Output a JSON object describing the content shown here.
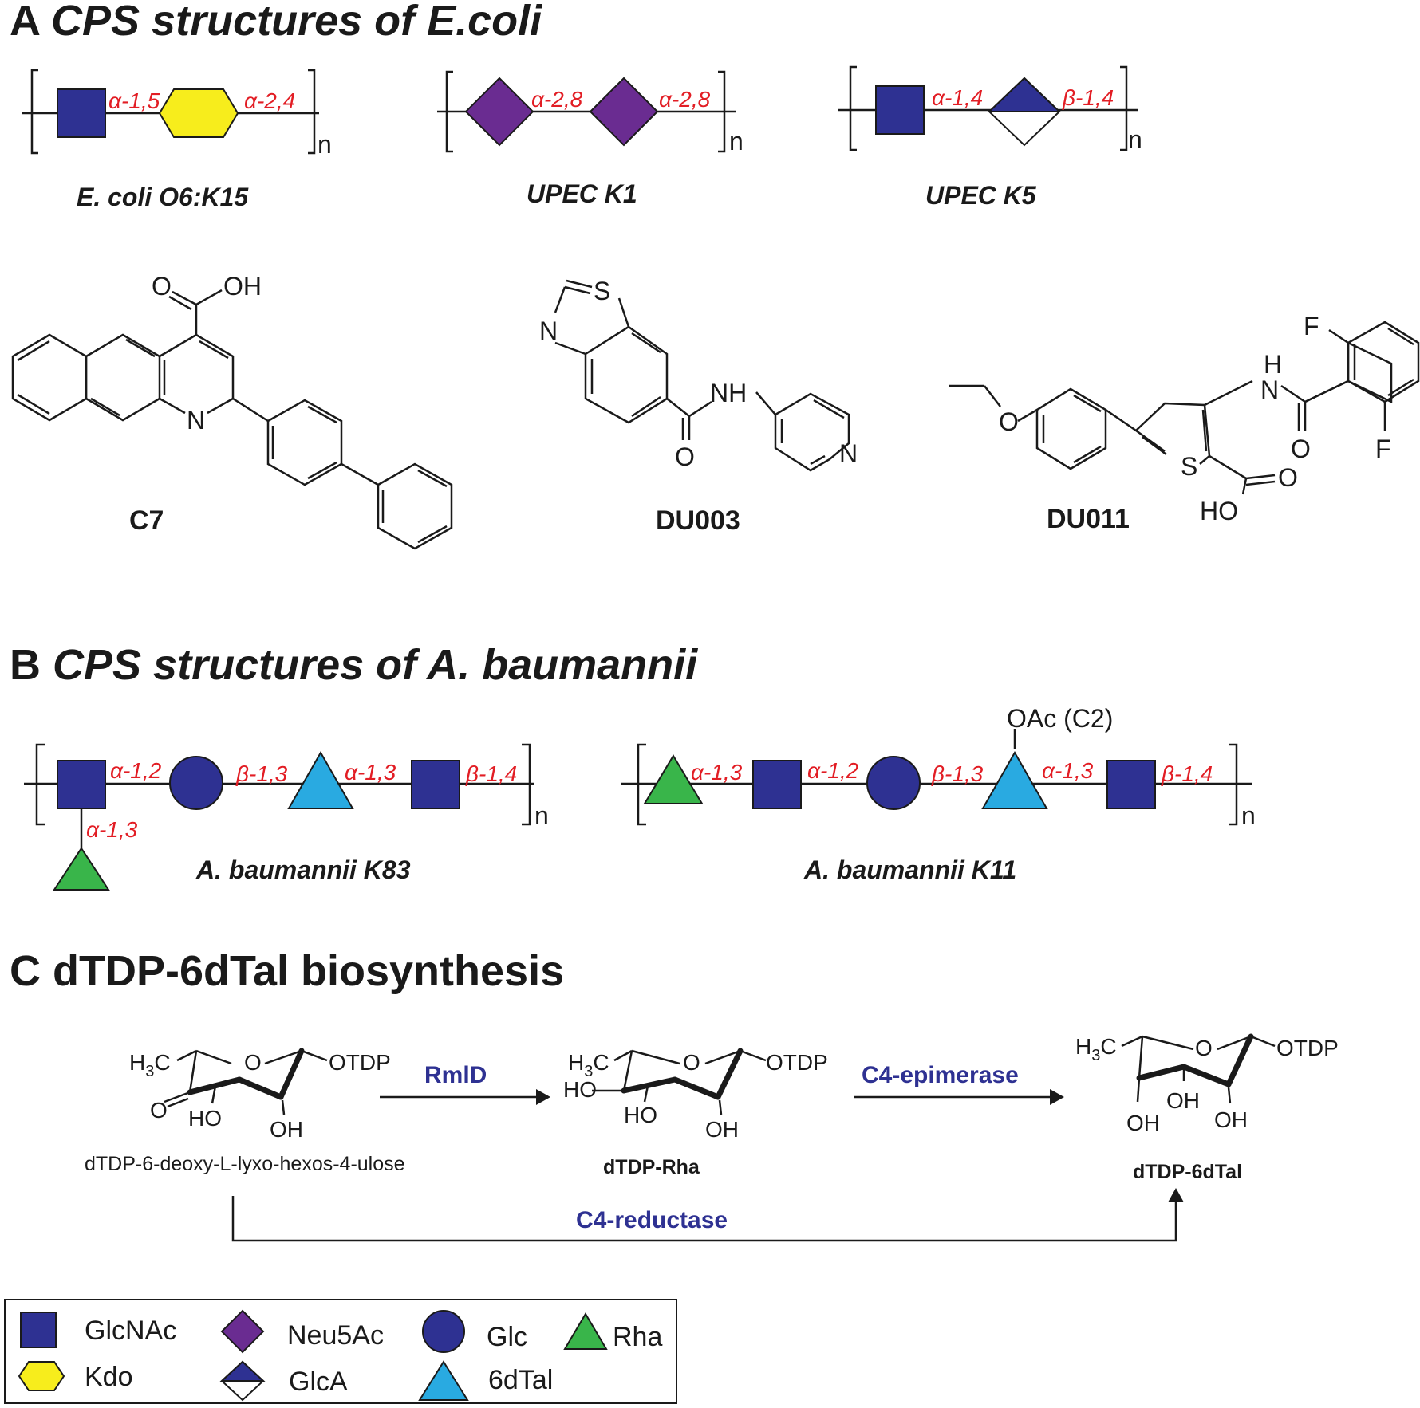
{
  "colors": {
    "glcnac": "#2e3192",
    "kdo": "#f7ed1c",
    "neu5ac": "#6a2c91",
    "glc": "#2e3192",
    "rha": "#39b54a",
    "sixdtal": "#29aae1",
    "linkage": "#e21d24",
    "enzyme": "#2e3192",
    "ink": "#1a1a1a"
  },
  "panel_a": {
    "letter": "A",
    "title": "CPS structures of E.coli",
    "structures": [
      {
        "caption": "E. coli O6:K15",
        "links": [
          "α-1,5",
          "α-2,4"
        ],
        "repeat": "n"
      },
      {
        "caption": "UPEC K1",
        "links": [
          "α-2,8",
          "α-2,8"
        ],
        "repeat": "n"
      },
      {
        "caption": "UPEC K5",
        "links": [
          "α-1,4",
          "β-1,4"
        ],
        "repeat": "n"
      }
    ],
    "compounds": [
      {
        "name": "C7",
        "atoms": [
          "O",
          "OH",
          "N"
        ]
      },
      {
        "name": "DU003",
        "atoms": [
          "S",
          "N",
          "NH",
          "O",
          "N"
        ]
      },
      {
        "name": "DU011",
        "atoms": [
          "O",
          "S",
          "H",
          "N",
          "O",
          "O",
          "HO",
          "F",
          "F"
        ]
      }
    ]
  },
  "panel_b": {
    "letter": "B",
    "title": "CPS structures of A. baumannii",
    "structures": [
      {
        "caption": "A. baumannii K83",
        "links": [
          "α-1,2",
          "β-1,3",
          "α-1,3",
          "β-1,4"
        ],
        "branch": "α-1,3",
        "repeat": "n"
      },
      {
        "caption": "A. baumannii K11",
        "links": [
          "α-1,3",
          "α-1,2",
          "β-1,3",
          "α-1,3",
          "β-1,4"
        ],
        "substituent": "OAc (C2)",
        "repeat": "n"
      }
    ]
  },
  "panel_c": {
    "letter": "C",
    "title": "dTDP-6dTal biosynthesis",
    "compounds": [
      {
        "name": "dTDP-6-deoxy-L-lyxo-hexos-4-ulose",
        "groups": [
          "H",
          "3",
          "C",
          "O",
          "OTDP",
          "O",
          "HO",
          "OH"
        ]
      },
      {
        "name": "dTDP-Rha",
        "groups": [
          "H",
          "3",
          "C",
          "O",
          "OTDP",
          "HO",
          "HO",
          "OH"
        ]
      },
      {
        "name": "dTDP-6dTal",
        "groups": [
          "H",
          "3",
          "C",
          "O",
          "OTDP",
          "OH",
          "OH",
          "OH"
        ]
      }
    ],
    "enzymes": {
      "step1": "RmlD",
      "step2": "C4-epimerase",
      "step3": "C4-reductase"
    }
  },
  "legend": [
    {
      "label": "GlcNAc",
      "icon": "blue-square-icon"
    },
    {
      "label": "Kdo",
      "icon": "yellow-hexagon-icon"
    },
    {
      "label": "Neu5Ac",
      "icon": "purple-diamond-icon"
    },
    {
      "label": "GlcA",
      "icon": "half-diamond-icon"
    },
    {
      "label": "Glc",
      "icon": "blue-circle-icon"
    },
    {
      "label": "6dTal",
      "icon": "light-blue-triangle-icon"
    },
    {
      "label": "Rha",
      "icon": "green-triangle-icon"
    }
  ]
}
